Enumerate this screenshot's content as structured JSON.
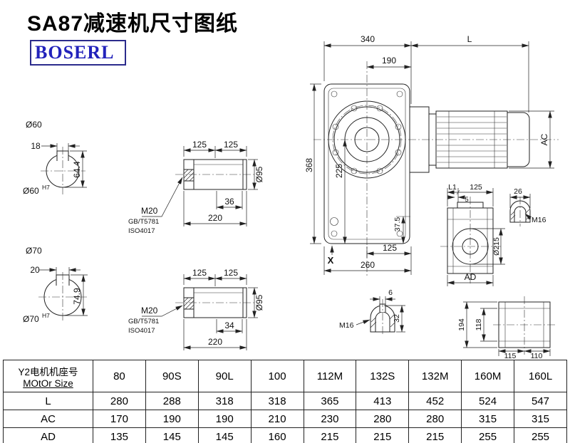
{
  "page": {
    "title": "SA87减速机尺寸图纸",
    "brand": "BOSERL"
  },
  "dims": {
    "main": {
      "w340": "340",
      "l": "L",
      "w190": "190",
      "h368": "368",
      "h225": "225",
      "h375": "37.5",
      "w125": "125",
      "w260": "260",
      "x": "X",
      "ac": "AC"
    },
    "shaft60": {
      "label": "Ø60",
      "keyw": "18",
      "keyd": "64.4",
      "bore": "Ø60",
      "tol": "H7"
    },
    "shaft70": {
      "label": "Ø70",
      "keyw": "20",
      "keyd": "74.9",
      "bore": "Ø70",
      "tol": "H7"
    },
    "shaft_top": {
      "seg1": "125",
      "seg2": "125",
      "thread": "M20",
      "std1": "GB/T5781",
      "std2": "ISO4017",
      "step": "36",
      "len": "220",
      "dia": "Ø95"
    },
    "shaft_bottom": {
      "seg1": "125",
      "seg2": "125",
      "thread": "M20",
      "std1": "GB/T5781",
      "std2": "ISO4017",
      "step": "34",
      "len": "220",
      "dia": "Ø95"
    },
    "side": {
      "l1": "L1",
      "w125": "125",
      "w5": "5",
      "dia": "Ø215",
      "ad": "AD"
    },
    "end_right": {
      "w26": "26",
      "thread": "M16"
    },
    "end_bottom": {
      "w6": "6",
      "h32": "32",
      "thread": "M16"
    },
    "foot": {
      "h194": "194",
      "h118": "118",
      "w115": "115",
      "w110": "110"
    }
  },
  "table": {
    "header": {
      "line1": "Y2电机机座号",
      "line2": "MOtOr Size"
    },
    "sizes": [
      "80",
      "90S",
      "90L",
      "100",
      "112M",
      "132S",
      "132M",
      "160M",
      "160L"
    ],
    "rows": [
      {
        "label": "L",
        "values": [
          "280",
          "288",
          "318",
          "318",
          "365",
          "413",
          "452",
          "524",
          "547"
        ]
      },
      {
        "label": "AC",
        "values": [
          "170",
          "190",
          "190",
          "210",
          "230",
          "280",
          "280",
          "315",
          "315"
        ]
      },
      {
        "label": "AD",
        "values": [
          "135",
          "145",
          "145",
          "160",
          "215",
          "215",
          "215",
          "255",
          "255"
        ]
      }
    ]
  }
}
